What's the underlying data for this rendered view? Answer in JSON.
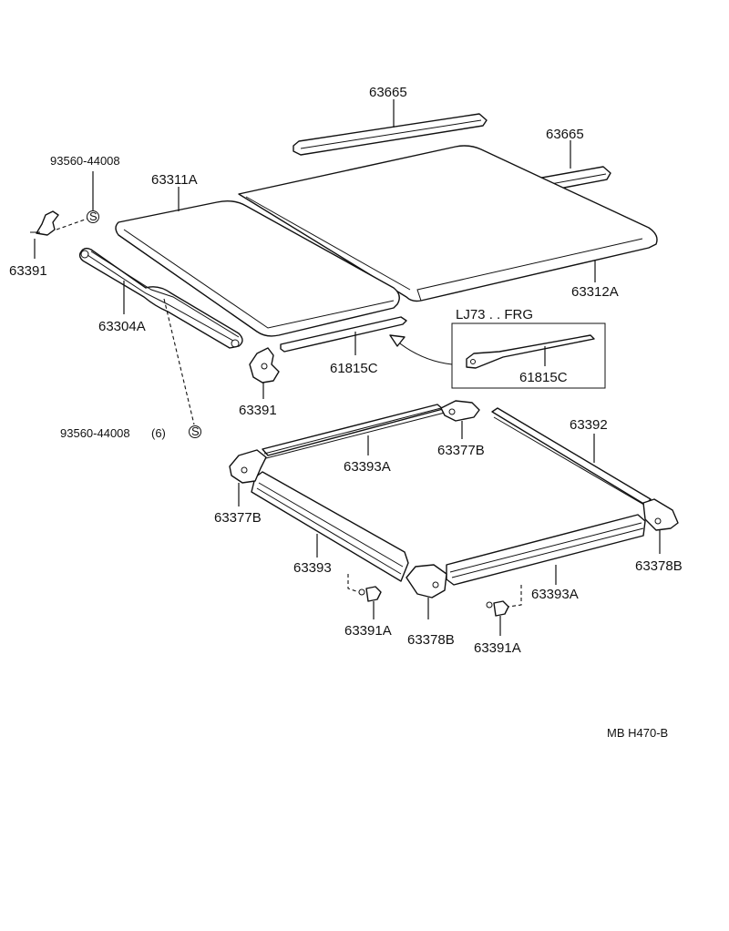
{
  "labels": {
    "p63665_a": "63665",
    "p63665_b": "63665",
    "p93560_top": "93560-44008",
    "p63311a": "63311A",
    "p63391_top": "63391",
    "p63304a": "63304A",
    "p63312a": "63312A",
    "variant_title": "LJ73 . . FRG",
    "p61815c_a": "61815C",
    "p61815c_b": "61815C",
    "p63391_mid": "63391",
    "p93560_bot": "93560-44008",
    "p93560_bot_qty": "(6)",
    "p63392": "63392",
    "p63393a_top": "63393A",
    "p63377b_top": "63377B",
    "p63377b_left": "63377B",
    "p63393": "63393",
    "p63378b_right": "63378B",
    "p63393a_bot": "63393A",
    "p63391a_left": "63391A",
    "p63378b_bot": "63378B",
    "p63391a_right": "63391A",
    "footer_code": "MB  H470-B"
  },
  "symbols": {
    "screw_marker": "S"
  }
}
